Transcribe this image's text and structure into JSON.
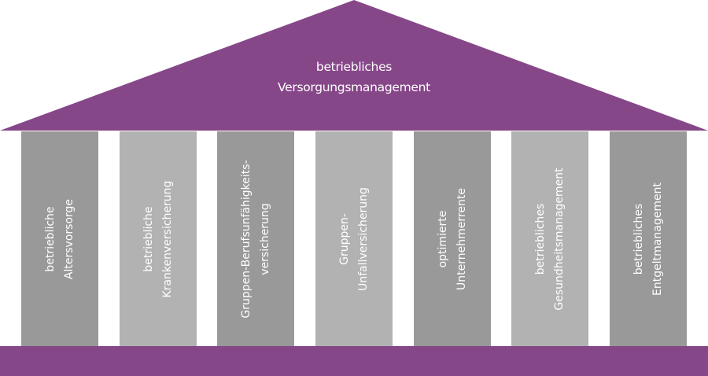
{
  "colors": {
    "purple": "#864789",
    "dark_gray": "#999999",
    "light_gray": "#b2b2b2"
  },
  "roof": {
    "title_lines": [
      "betriebliches",
      "Versorgungsmanagement"
    ]
  },
  "pillars": [
    {
      "lines": [
        "betriebliche",
        "Altersvorsorge"
      ],
      "shade": "dark"
    },
    {
      "lines": [
        "betriebliche",
        "Krankenversicherung"
      ],
      "shade": "light"
    },
    {
      "lines": [
        "Gruppen-Berufsunfähigkeits-",
        "versicherung"
      ],
      "shade": "dark"
    },
    {
      "lines": [
        "Gruppen-",
        "Unfallversicherung"
      ],
      "shade": "light"
    },
    {
      "lines": [
        "optimierte",
        "Unternehmerrente"
      ],
      "shade": "dark"
    },
    {
      "lines": [
        "betriebliches",
        "Gesundheitsmanagement"
      ],
      "shade": "light"
    },
    {
      "lines": [
        "betriebliches",
        "Entgeltmanagement"
      ],
      "shade": "dark"
    }
  ]
}
